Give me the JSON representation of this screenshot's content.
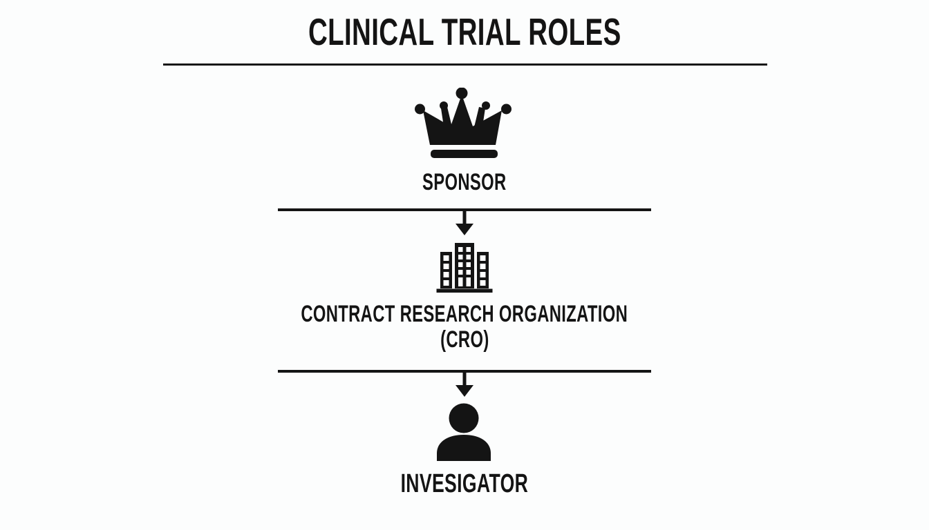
{
  "title": "CLINICAL TRIAL ROLES",
  "colors": {
    "ink": "#141414",
    "background": "#fcfdfd"
  },
  "hierarchy": [
    {
      "id": "sponsor",
      "icon": "crown-icon",
      "label": "SPONSOR"
    },
    {
      "id": "cro",
      "icon": "building-icon",
      "label": "CONTRACT RESEARCH ORGANIZATION",
      "label_secondary": "(CRO)"
    },
    {
      "id": "investigator",
      "icon": "person-icon",
      "label": "INVESIGATOR"
    }
  ],
  "connectors": [
    {
      "from": "sponsor",
      "to": "cro",
      "type": "arrow-down"
    },
    {
      "from": "cro",
      "to": "investigator",
      "type": "arrow-down"
    }
  ]
}
